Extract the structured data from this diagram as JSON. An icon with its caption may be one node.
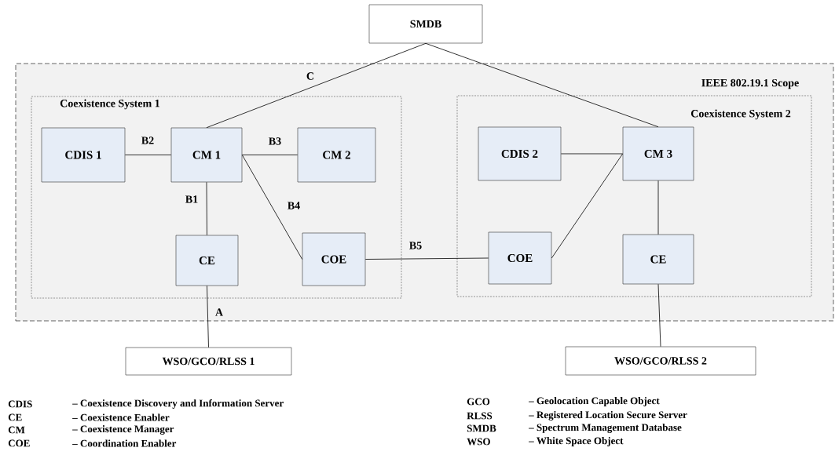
{
  "diagram": {
    "nodes": [
      {
        "text": [
          "SMDB"
        ]
      },
      {
        "text": [
          "IEEE 802.19.1 Scope"
        ]
      },
      {
        "text": [
          "Coexistence System 1"
        ],
        "in": 1
      },
      {
        "text": [
          "CDIS 1"
        ],
        "in": 2
      },
      {
        "text": [
          "CM 1"
        ],
        "in": 2
      },
      {
        "text": [
          "CM 2"
        ],
        "in": 2
      },
      {
        "text": [
          "CE"
        ],
        "in": 2
      },
      {
        "text": [
          "COE"
        ],
        "in": 2
      },
      {
        "text": [
          "Coexistence System 2"
        ],
        "in": 1
      },
      {
        "text": [
          "CDIS 2"
        ],
        "in": 8
      },
      {
        "text": [
          "CM 3"
        ],
        "in": 8
      },
      {
        "text": [
          "COE"
        ],
        "in": 8
      },
      {
        "text": [
          "CE"
        ],
        "in": 8
      },
      {
        "text": [
          "WSO/GCO/RLSS 1"
        ]
      },
      {
        "text": [
          "WSO/GCO/RLSS 2"
        ]
      }
    ],
    "edges": [
      {
        "from": 4,
        "to": 0,
        "arrow": "none",
        "label": "C"
      },
      {
        "from": 3,
        "to": 4,
        "arrow": "none",
        "label": "B2"
      },
      {
        "from": 4,
        "to": 5,
        "arrow": "none",
        "label": "B3"
      },
      {
        "from": 4,
        "to": 6,
        "arrow": "none",
        "label": "B1"
      },
      {
        "from": 4,
        "to": 7,
        "arrow": "none",
        "label": "B4"
      },
      {
        "from": 7,
        "to": 11,
        "arrow": "none",
        "label": "B5"
      },
      {
        "from": 0,
        "to": 10,
        "arrow": "none"
      },
      {
        "from": 9,
        "to": 10,
        "arrow": "none"
      },
      {
        "from": 11,
        "to": 10,
        "arrow": "none"
      },
      {
        "from": 10,
        "to": 12,
        "arrow": "none"
      },
      {
        "from": 6,
        "to": 13,
        "arrow": "none",
        "label": "A"
      },
      {
        "from": 12,
        "to": 14,
        "arrow": "none"
      }
    ],
    "labels": [
      "CDIS",
      "– Coexistence Discovery and Information Server",
      "CE",
      "– Coexistence Enabler",
      "CM",
      "– Coexistence Manager",
      "COE",
      "– Coordination Enabler",
      "GCO",
      "– Geolocation Capable Object",
      "RLSS",
      "– Registered Location Secure Server",
      "SMDB",
      "– Spectrum Management Database",
      "WSO",
      "– White Space Object"
    ]
  }
}
